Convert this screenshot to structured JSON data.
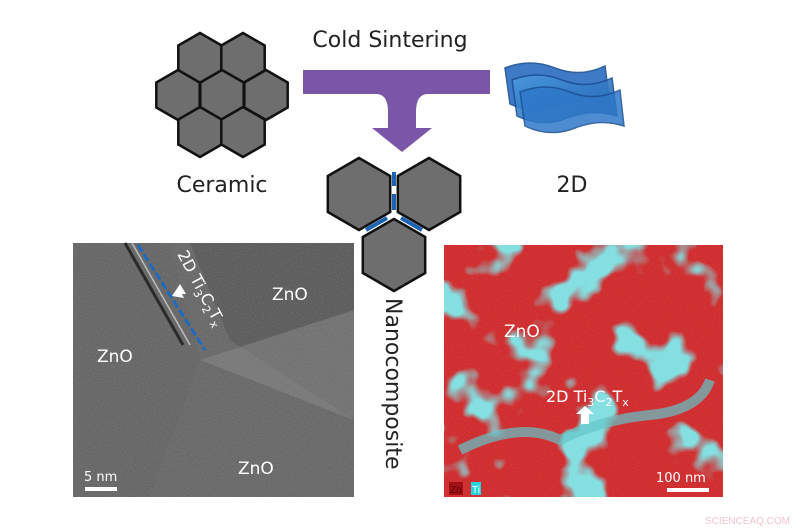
{
  "title": "Cold Sintering",
  "labels": {
    "ceramic": "Ceramic",
    "two_d": "2D",
    "nanocomposite": "Nanocomposite"
  },
  "tem_panel": {
    "zno_labels": [
      "ZnO",
      "ZnO",
      "ZnO"
    ],
    "mxene_label": {
      "prefix": "2D Ti",
      "sub1": "3",
      "mid": "C",
      "sub2": "2",
      "t": "T",
      "sub3": "x"
    },
    "scale_bar": "5 nm"
  },
  "eds_panel": {
    "zno_label": "ZnO",
    "mxene_label": {
      "prefix": "2D Ti",
      "sub1": "3",
      "mid": "C",
      "sub2": "2",
      "t": "T",
      "sub3": "x"
    },
    "scale_bar": "100 nm",
    "legend": [
      {
        "label": "Zn",
        "color": "#c8141a"
      },
      {
        "label": "Ti",
        "color": "#27d3dc"
      }
    ]
  },
  "watermark": "SCIENCEAQ.COM",
  "colors": {
    "hexagon": "#6f6f6f",
    "arrow": "#7b56a8",
    "sheet": "#2f78c8",
    "boundary": "#1d63b3",
    "eds_red": "#d41a1c",
    "eds_cyan": "#3fc7cf"
  }
}
